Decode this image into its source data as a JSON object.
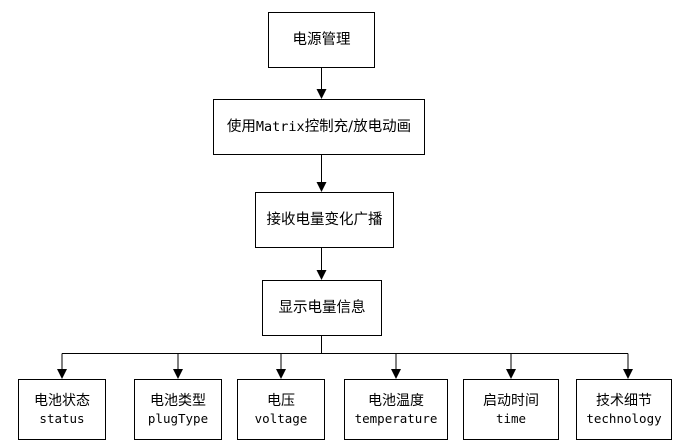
{
  "diagram": {
    "type": "flowchart",
    "title": "电源管理",
    "orientation": "top-down",
    "background_color": "#ffffff",
    "line_color": "#000000",
    "box_fill": "#ffffff"
  },
  "stages": [
    {
      "id": "root",
      "label": "电源管理"
    },
    {
      "id": "animation",
      "label_prefix": "使用",
      "label_mono": "Matrix",
      "label_suffix": "控制充/放电动画",
      "label_full": "使用Matrix控制充/放电动画"
    },
    {
      "id": "broadcast",
      "label": "接收电量变化广播"
    },
    {
      "id": "display",
      "label": "显示电量信息"
    }
  ],
  "leaves": [
    {
      "cn": "电池状态",
      "en": "status"
    },
    {
      "cn": "电池类型",
      "en": "plugType"
    },
    {
      "cn": "电压",
      "en": "voltage"
    },
    {
      "cn": "电池温度",
      "en": "temperature"
    },
    {
      "cn": "启动时间",
      "en": "time"
    },
    {
      "cn": "技术细节",
      "en": "technology"
    }
  ]
}
